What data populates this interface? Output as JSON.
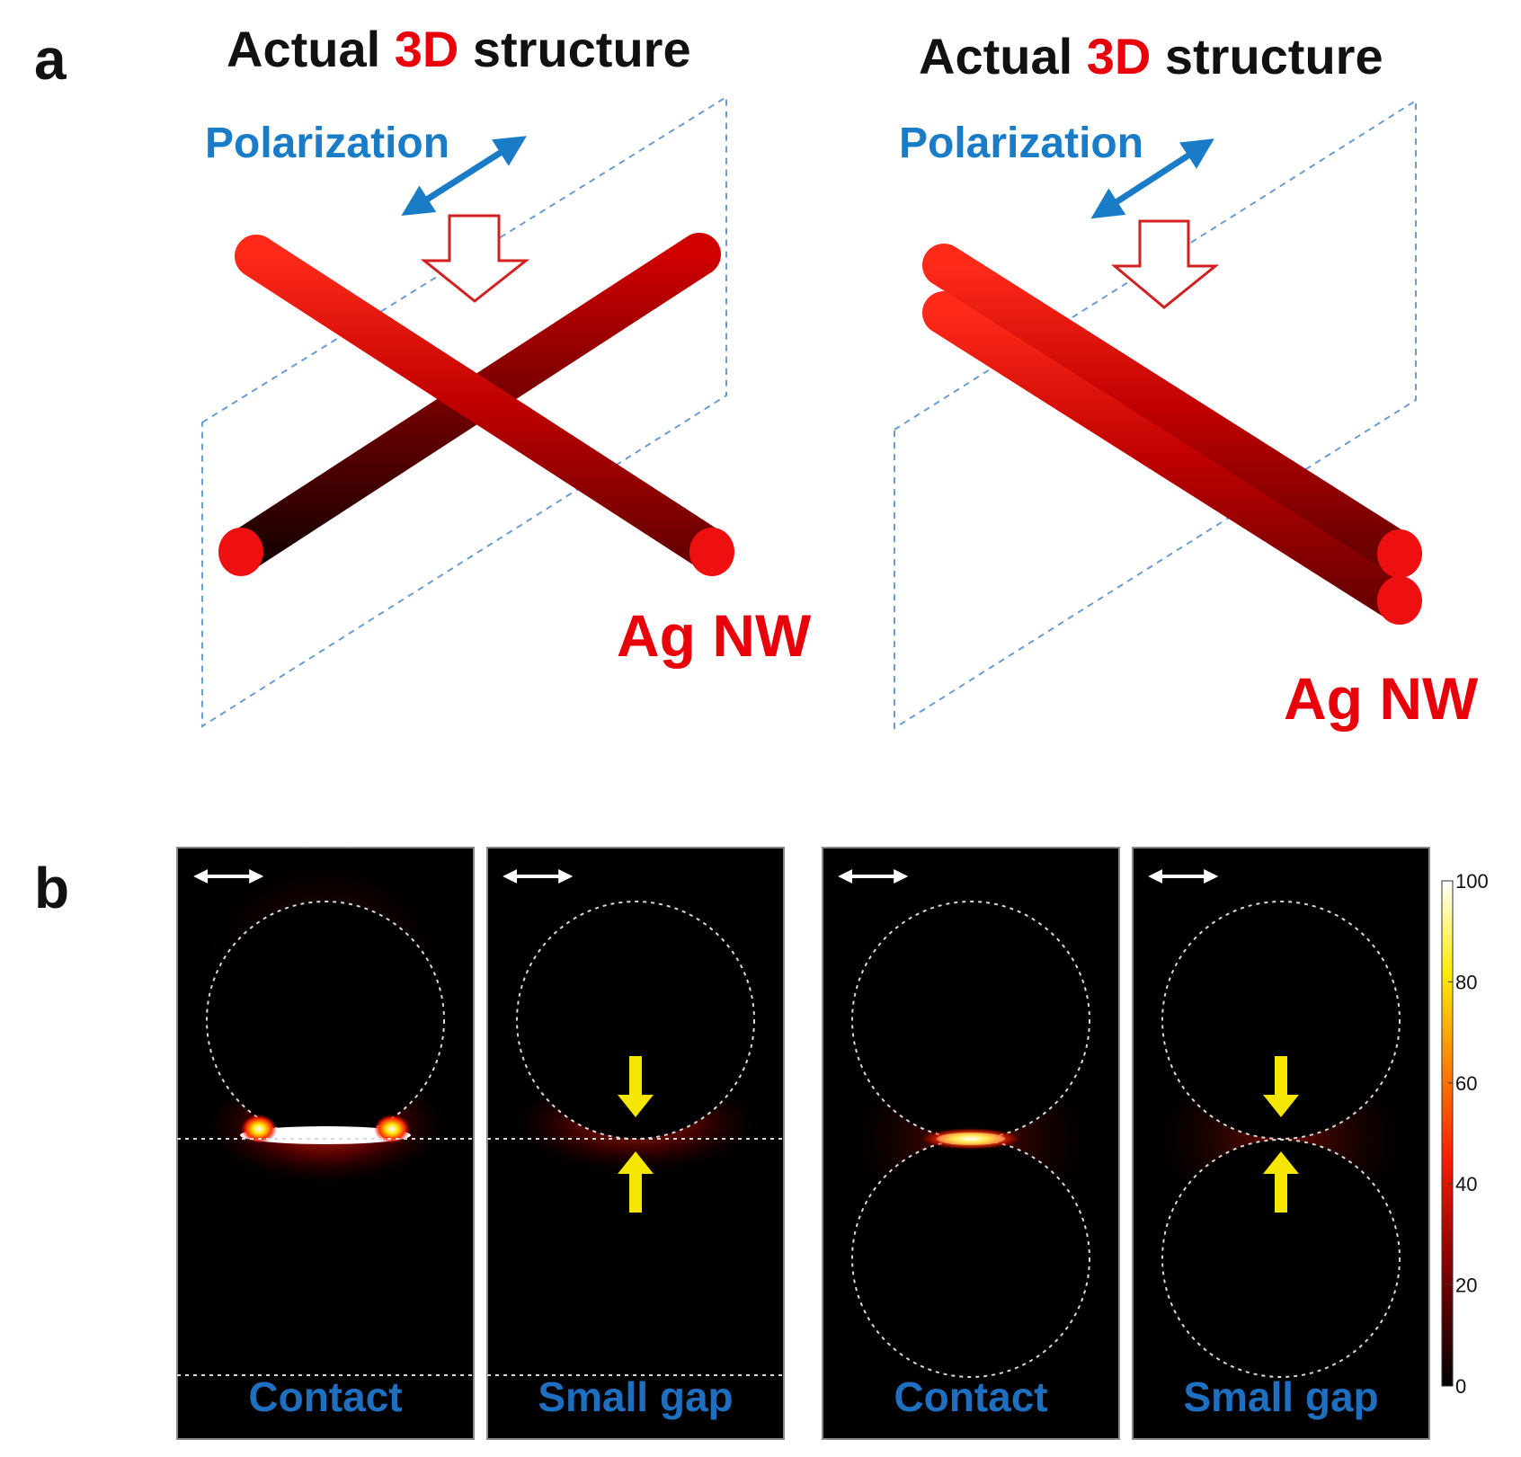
{
  "panel_a": {
    "label": "a",
    "left": {
      "title_pre": "Actual ",
      "title_3d": "3D",
      "title_post": " structure",
      "polarization": "Polarization",
      "material": "Ag NW"
    },
    "right": {
      "title_pre": "Actual ",
      "title_3d": "3D",
      "title_post": " structure",
      "polarization": "Polarization",
      "material": "Ag NW"
    }
  },
  "panel_b": {
    "label": "b",
    "maps": [
      {
        "caption": "Contact"
      },
      {
        "caption": "Small gap"
      },
      {
        "caption": "Contact"
      },
      {
        "caption": "Small gap"
      }
    ],
    "colorbar": {
      "ticks": [
        "100",
        "80",
        "60",
        "40",
        "20",
        "0"
      ],
      "range": [
        0,
        100
      ]
    }
  },
  "colors": {
    "nanowire": "#c00000",
    "polarization": "#1a7cc6",
    "caption": "#1f6fc0",
    "highlight_arrow": "#f5e600",
    "label_red": "#e8000b"
  }
}
